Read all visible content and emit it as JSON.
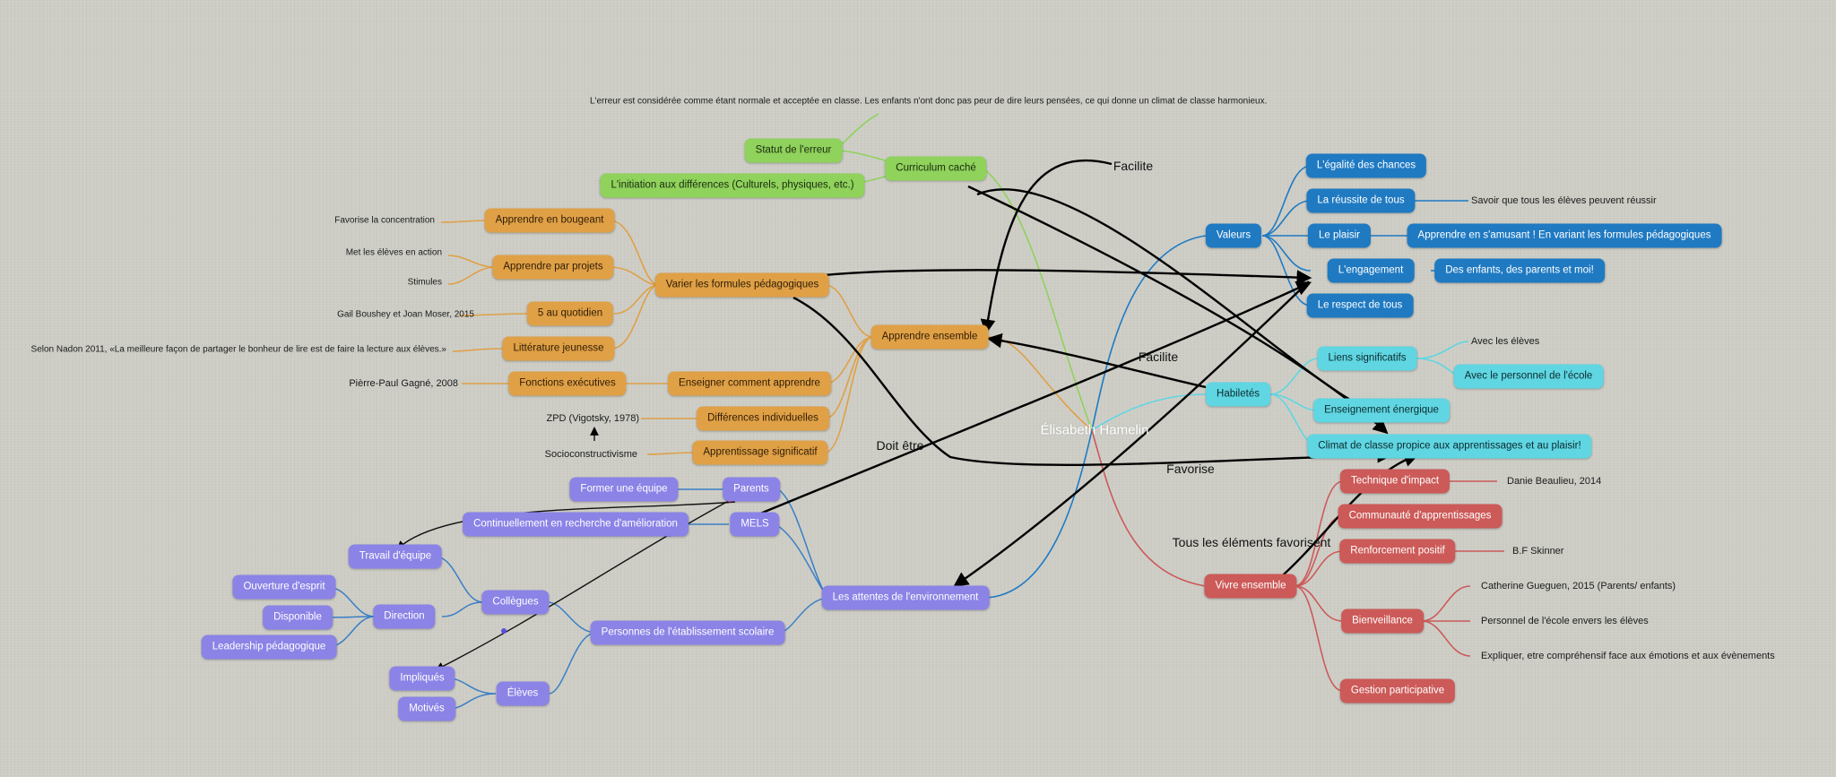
{
  "center": "Élisabeth Hamelin",
  "green": {
    "note": "L'erreur est considérée comme étant normale et acceptée en classe. Les enfants n'ont donc pas peur de dire leurs pensées, ce qui donne un climat de classe harmonieux.",
    "statut": "Statut de l'erreur",
    "curriculum": "Curriculum caché",
    "initiation": "L'initiation aux différences (Culturels, physiques, etc.)"
  },
  "orange": {
    "apprendre_ensemble": "Apprendre ensemble",
    "varier": "Varier les formules pédagogiques",
    "bougeant": "Apprendre en bougeant",
    "projets": "Apprendre par projets",
    "quotidien": "5 au quotidien",
    "litterature": "Littérature jeunesse",
    "fonctions": "Fonctions exécutives",
    "enseigner": "Enseigner comment apprendre",
    "differences": "Différences individuelles",
    "significatif": "Apprentissage significatif",
    "leaf_concentration": "Favorise la concentration",
    "leaf_met": "Met les élèves en action",
    "leaf_stimules": "Stimules",
    "leaf_gail": "Gail Boushey et Joan Moser, 2015",
    "leaf_nadon": "Selon Nadon 2011, «La meilleure façon de partager le bonheur de lire est de faire la lecture aux élèves.»",
    "leaf_gagne": "Pièrre-Paul Gagné, 2008",
    "leaf_zpd": "ZPD (Vigotsky, 1978)",
    "leaf_socio": "Socioconstructivisme"
  },
  "blue": {
    "valeurs": "Valeurs",
    "egalite": "L'égalité des chances",
    "reussite": "La réussite de tous",
    "plaisir": "Le plaisir",
    "engagement": "L'engagement",
    "respect": "Le respect de tous",
    "plaisir_detail": "Apprendre en s'amusant ! En variant les formules pédagogiques",
    "engagement_detail": "Des enfants, des parents et moi!",
    "leaf_reussir": "Savoir que tous les élèves peuvent réussir"
  },
  "cyan": {
    "habiletes": "Habiletés",
    "liens": "Liens significatifs",
    "energique": "Enseignement énergique",
    "climat": "Climat de classe propice aux apprentissages et au plaisir!",
    "personnel": "Avec le personnel de l'école",
    "leaf_eleves": "Avec les élèves"
  },
  "purple": {
    "attentes": "Les attentes de l'environnement",
    "parents": "Parents",
    "mels": "MELS",
    "former": "Former une équipe",
    "recherche": "Continuellement en recherche d'amélioration",
    "travail": "Travail d'équipe",
    "collegues": "Collègues",
    "direction": "Direction",
    "ouverture": "Ouverture d'esprit",
    "disponible": "Disponible",
    "leadership": "Leadership pédagogique",
    "personnes": "Personnes de l'établissement scolaire",
    "impliques": "Impliqués",
    "eleves": "Élèves",
    "motives": "Motivés"
  },
  "red": {
    "vivre": "Vivre ensemble",
    "technique": "Technique d'impact",
    "communaute": "Communauté d'apprentissages",
    "renforcement": "Renforcement positif",
    "bienveillance": "Bienveillance",
    "gestion": "Gestion participative",
    "leaf_danie": "Danie Beaulieu, 2014",
    "leaf_skinner": "B.F Skinner",
    "leaf_catherine": "Catherine Gueguen, 2015 (Parents/ enfants)",
    "leaf_personnel": "Personnel de l'école envers les élèves",
    "leaf_expliquer": "Expliquer, etre compréhensif face aux émotions et aux évènements"
  },
  "relations": {
    "facilite1": "Facilite",
    "facilite2": "Facilite",
    "doit_etre": "Doit être",
    "favorise": "Favorise",
    "tous": "Tous les éléments favorisent"
  },
  "colors": {
    "green": "#8fd25c",
    "orange": "#e0a046",
    "blue": "#1f7ac2",
    "cyan": "#5fd6e2",
    "purple": "#8b83e6",
    "red": "#cc5a58",
    "background": "#cdcdc6"
  }
}
